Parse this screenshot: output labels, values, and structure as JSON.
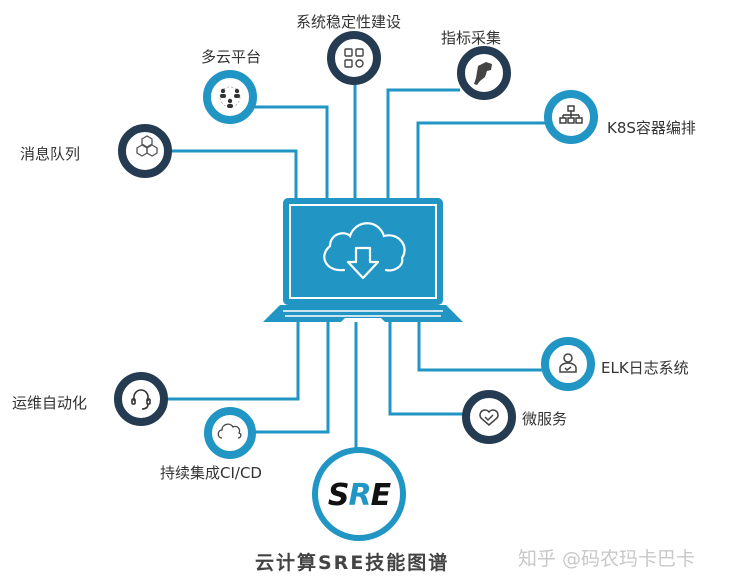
{
  "title": "云计算SRE技能图谱",
  "watermark": "知乎 @码农玛卡巴卡",
  "center": {
    "icon": "laptop-cloud-download-icon"
  },
  "logo": {
    "text": "SRE"
  },
  "colors": {
    "blue": "#2196c4",
    "dark": "#253b52",
    "text": "#333333"
  },
  "nodes": [
    {
      "id": "msg-queue",
      "label": "消息队列",
      "icon": "cubes-icon",
      "ring": "dark"
    },
    {
      "id": "multi-cloud",
      "label": "多云平台",
      "icon": "people-network-icon",
      "ring": "blue"
    },
    {
      "id": "stability",
      "label": "系统稳定性建设",
      "icon": "grid-icon",
      "ring": "dark"
    },
    {
      "id": "metrics",
      "label": "指标采集",
      "icon": "hand-puzzle-icon",
      "ring": "dark"
    },
    {
      "id": "k8s",
      "label": "K8S容器编排",
      "icon": "hierarchy-icon",
      "ring": "blue"
    },
    {
      "id": "ops-auto",
      "label": "运维自动化",
      "icon": "headset-icon",
      "ring": "dark"
    },
    {
      "id": "cicd",
      "label": "持续集成CI/CD",
      "icon": "cloud-pipeline-icon",
      "ring": "blue"
    },
    {
      "id": "elk",
      "label": "ELK日志系统",
      "icon": "user-check-icon",
      "ring": "blue"
    },
    {
      "id": "micro",
      "label": "微服务",
      "icon": "heart-check-icon",
      "ring": "dark"
    }
  ]
}
